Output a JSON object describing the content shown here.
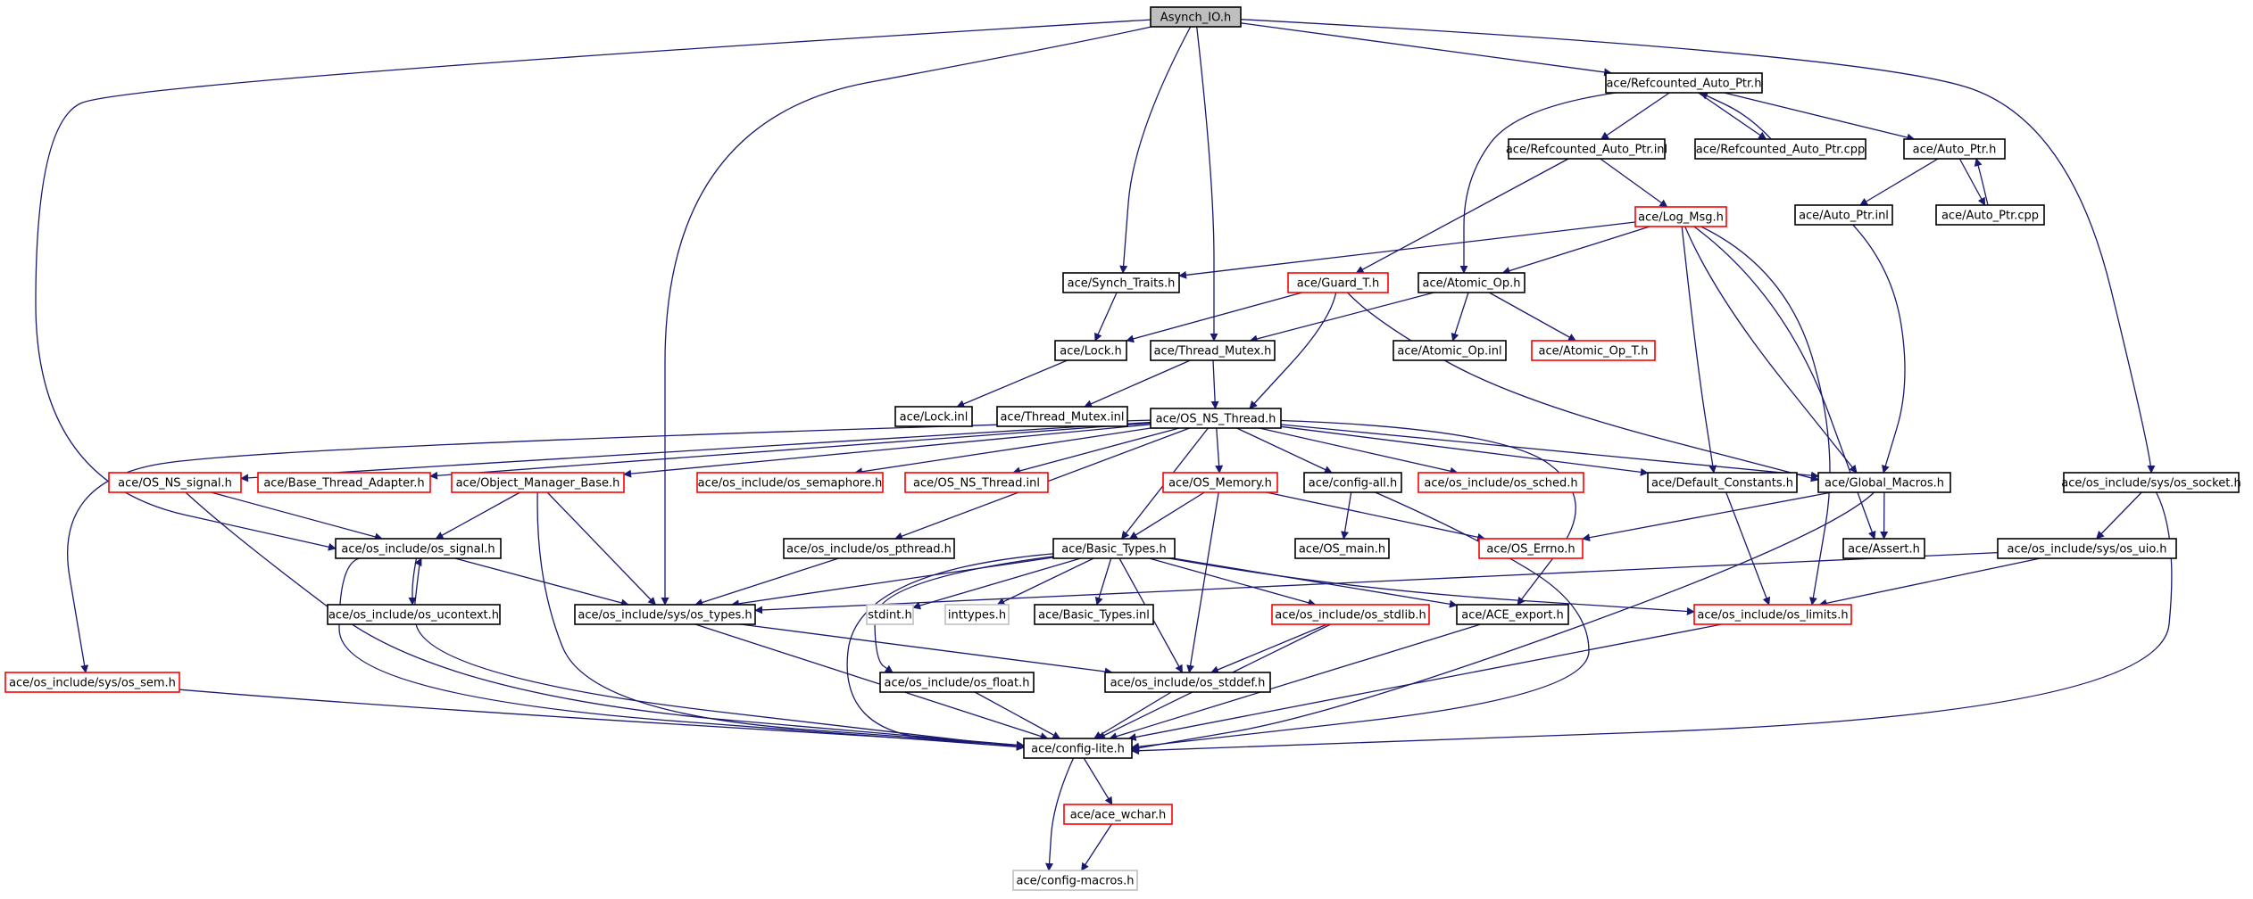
{
  "colors": {
    "edge": "#191970",
    "border_normal": "#000000",
    "border_incomplete": "#ff0000",
    "border_missing": "#bfbfbf",
    "root_fill": "#bfbfbf",
    "text": "#000000"
  },
  "nodes": [
    {
      "id": "asynch_io",
      "label": "Asynch_IO.h",
      "kind": "root"
    },
    {
      "id": "refcounted_auto_ptr_h",
      "label": "ace/Refcounted_Auto_Ptr.h",
      "kind": "normal"
    },
    {
      "id": "refcounted_auto_ptr_inl",
      "label": "ace/Refcounted_Auto_Ptr.inl",
      "kind": "normal"
    },
    {
      "id": "refcounted_auto_ptr_cpp",
      "label": "ace/Refcounted_Auto_Ptr.cpp",
      "kind": "normal"
    },
    {
      "id": "auto_ptr_h",
      "label": "ace/Auto_Ptr.h",
      "kind": "normal"
    },
    {
      "id": "auto_ptr_inl",
      "label": "ace/Auto_Ptr.inl",
      "kind": "normal"
    },
    {
      "id": "auto_ptr_cpp",
      "label": "ace/Auto_Ptr.cpp",
      "kind": "normal"
    },
    {
      "id": "log_msg",
      "label": "ace/Log_Msg.h",
      "kind": "incomplete"
    },
    {
      "id": "synch_traits",
      "label": "ace/Synch_Traits.h",
      "kind": "normal"
    },
    {
      "id": "guard_t",
      "label": "ace/Guard_T.h",
      "kind": "incomplete"
    },
    {
      "id": "atomic_op_h",
      "label": "ace/Atomic_Op.h",
      "kind": "normal"
    },
    {
      "id": "lock_h",
      "label": "ace/Lock.h",
      "kind": "normal"
    },
    {
      "id": "thread_mutex_h",
      "label": "ace/Thread_Mutex.h",
      "kind": "normal"
    },
    {
      "id": "atomic_op_inl",
      "label": "ace/Atomic_Op.inl",
      "kind": "normal"
    },
    {
      "id": "atomic_op_t",
      "label": "ace/Atomic_Op_T.h",
      "kind": "incomplete"
    },
    {
      "id": "lock_inl",
      "label": "ace/Lock.inl",
      "kind": "normal"
    },
    {
      "id": "thread_mutex_inl",
      "label": "ace/Thread_Mutex.inl",
      "kind": "normal"
    },
    {
      "id": "os_ns_thread_h",
      "label": "ace/OS_NS_Thread.h",
      "kind": "normal"
    },
    {
      "id": "os_ns_signal",
      "label": "ace/OS_NS_signal.h",
      "kind": "incomplete"
    },
    {
      "id": "base_thread_adapter",
      "label": "ace/Base_Thread_Adapter.h",
      "kind": "incomplete"
    },
    {
      "id": "object_manager_base",
      "label": "ace/Object_Manager_Base.h",
      "kind": "incomplete"
    },
    {
      "id": "os_semaphore",
      "label": "ace/os_include/os_semaphore.h",
      "kind": "incomplete"
    },
    {
      "id": "os_ns_thread_inl",
      "label": "ace/OS_NS_Thread.inl",
      "kind": "incomplete"
    },
    {
      "id": "os_memory",
      "label": "ace/OS_Memory.h",
      "kind": "incomplete"
    },
    {
      "id": "config_all",
      "label": "ace/config-all.h",
      "kind": "normal"
    },
    {
      "id": "os_sched",
      "label": "ace/os_include/os_sched.h",
      "kind": "incomplete"
    },
    {
      "id": "default_constants",
      "label": "ace/Default_Constants.h",
      "kind": "normal"
    },
    {
      "id": "global_macros",
      "label": "ace/Global_Macros.h",
      "kind": "normal"
    },
    {
      "id": "sys_os_socket",
      "label": "ace/os_include/sys/os_socket.h",
      "kind": "normal"
    },
    {
      "id": "os_signal",
      "label": "ace/os_include/os_signal.h",
      "kind": "normal"
    },
    {
      "id": "os_pthread",
      "label": "ace/os_include/os_pthread.h",
      "kind": "normal"
    },
    {
      "id": "basic_types_h",
      "label": "ace/Basic_Types.h",
      "kind": "normal"
    },
    {
      "id": "os_main",
      "label": "ace/OS_main.h",
      "kind": "normal"
    },
    {
      "id": "os_errno",
      "label": "ace/OS_Errno.h",
      "kind": "incomplete"
    },
    {
      "id": "assert_h",
      "label": "ace/Assert.h",
      "kind": "normal"
    },
    {
      "id": "sys_os_uio",
      "label": "ace/os_include/sys/os_uio.h",
      "kind": "normal"
    },
    {
      "id": "os_ucontext",
      "label": "ace/os_include/os_ucontext.h",
      "kind": "normal"
    },
    {
      "id": "sys_os_types",
      "label": "ace/os_include/sys/os_types.h",
      "kind": "normal"
    },
    {
      "id": "stdint",
      "label": "stdint.h",
      "kind": "missing"
    },
    {
      "id": "inttypes",
      "label": "inttypes.h",
      "kind": "missing"
    },
    {
      "id": "basic_types_inl",
      "label": "ace/Basic_Types.inl",
      "kind": "normal"
    },
    {
      "id": "os_stdlib",
      "label": "ace/os_include/os_stdlib.h",
      "kind": "incomplete"
    },
    {
      "id": "ace_export",
      "label": "ace/ACE_export.h",
      "kind": "normal"
    },
    {
      "id": "os_limits",
      "label": "ace/os_include/os_limits.h",
      "kind": "incomplete"
    },
    {
      "id": "sys_os_sem",
      "label": "ace/os_include/sys/os_sem.h",
      "kind": "incomplete"
    },
    {
      "id": "os_float",
      "label": "ace/os_include/os_float.h",
      "kind": "normal"
    },
    {
      "id": "os_stddef",
      "label": "ace/os_include/os_stddef.h",
      "kind": "normal"
    },
    {
      "id": "config_lite",
      "label": "ace/config-lite.h",
      "kind": "normal"
    },
    {
      "id": "ace_wchar",
      "label": "ace/ace_wchar.h",
      "kind": "incomplete"
    },
    {
      "id": "config_macros",
      "label": "ace/config-macros.h",
      "kind": "missing"
    }
  ],
  "edges": [
    [
      "asynch_io",
      "refcounted_auto_ptr_h"
    ],
    [
      "asynch_io",
      "synch_traits"
    ],
    [
      "asynch_io",
      "thread_mutex_h"
    ],
    [
      "asynch_io",
      "os_signal"
    ],
    [
      "asynch_io",
      "sys_os_types"
    ],
    [
      "asynch_io",
      "sys_os_socket"
    ],
    [
      "refcounted_auto_ptr_h",
      "refcounted_auto_ptr_inl"
    ],
    [
      "refcounted_auto_ptr_h",
      "refcounted_auto_ptr_cpp"
    ],
    [
      "refcounted_auto_ptr_h",
      "auto_ptr_h"
    ],
    [
      "refcounted_auto_ptr_h",
      "atomic_op_h"
    ],
    [
      "refcounted_auto_ptr_cpp",
      "refcounted_auto_ptr_h"
    ],
    [
      "refcounted_auto_ptr_inl",
      "log_msg"
    ],
    [
      "refcounted_auto_ptr_inl",
      "guard_t"
    ],
    [
      "auto_ptr_h",
      "auto_ptr_inl"
    ],
    [
      "auto_ptr_h",
      "auto_ptr_cpp"
    ],
    [
      "auto_ptr_cpp",
      "auto_ptr_h"
    ],
    [
      "auto_ptr_inl",
      "global_macros"
    ],
    [
      "log_msg",
      "synch_traits"
    ],
    [
      "log_msg",
      "atomic_op_h"
    ],
    [
      "log_msg",
      "default_constants"
    ],
    [
      "log_msg",
      "global_macros"
    ],
    [
      "log_msg",
      "assert_h"
    ],
    [
      "log_msg",
      "os_limits"
    ],
    [
      "synch_traits",
      "lock_h"
    ],
    [
      "guard_t",
      "lock_h"
    ],
    [
      "guard_t",
      "os_ns_thread_h"
    ],
    [
      "guard_t",
      "global_macros"
    ],
    [
      "atomic_op_h",
      "thread_mutex_h"
    ],
    [
      "atomic_op_h",
      "atomic_op_inl"
    ],
    [
      "atomic_op_h",
      "atomic_op_t"
    ],
    [
      "lock_h",
      "lock_inl"
    ],
    [
      "thread_mutex_h",
      "thread_mutex_inl"
    ],
    [
      "thread_mutex_h",
      "os_ns_thread_h"
    ],
    [
      "os_ns_thread_h",
      "os_ns_signal"
    ],
    [
      "os_ns_thread_h",
      "base_thread_adapter"
    ],
    [
      "os_ns_thread_h",
      "object_manager_base"
    ],
    [
      "os_ns_thread_h",
      "os_semaphore"
    ],
    [
      "os_ns_thread_h",
      "os_ns_thread_inl"
    ],
    [
      "os_ns_thread_h",
      "os_memory"
    ],
    [
      "os_ns_thread_h",
      "config_all"
    ],
    [
      "os_ns_thread_h",
      "os_sched"
    ],
    [
      "os_ns_thread_h",
      "default_constants"
    ],
    [
      "os_ns_thread_h",
      "global_macros"
    ],
    [
      "os_ns_thread_h",
      "os_pthread"
    ],
    [
      "os_ns_thread_h",
      "basic_types_h"
    ],
    [
      "os_ns_thread_h",
      "ace_export"
    ],
    [
      "os_ns_thread_h",
      "sys_os_sem"
    ],
    [
      "os_ns_signal",
      "os_signal"
    ],
    [
      "os_ns_signal",
      "config_lite"
    ],
    [
      "object_manager_base",
      "os_signal"
    ],
    [
      "object_manager_base",
      "sys_os_types"
    ],
    [
      "object_manager_base",
      "config_lite"
    ],
    [
      "os_memory",
      "basic_types_h"
    ],
    [
      "os_memory",
      "os_errno"
    ],
    [
      "os_memory",
      "os_stddef"
    ],
    [
      "config_all",
      "os_main"
    ],
    [
      "config_all",
      "config_lite"
    ],
    [
      "global_macros",
      "os_errno"
    ],
    [
      "global_macros",
      "assert_h"
    ],
    [
      "global_macros",
      "config_lite"
    ],
    [
      "default_constants",
      "os_limits"
    ],
    [
      "sys_os_socket",
      "sys_os_uio"
    ],
    [
      "sys_os_socket",
      "config_lite"
    ],
    [
      "os_signal",
      "os_ucontext"
    ],
    [
      "os_signal",
      "sys_os_types"
    ],
    [
      "os_signal",
      "config_lite"
    ],
    [
      "os_ucontext",
      "os_signal"
    ],
    [
      "os_ucontext",
      "config_lite"
    ],
    [
      "os_pthread",
      "sys_os_types"
    ],
    [
      "basic_types_h",
      "sys_os_types"
    ],
    [
      "basic_types_h",
      "stdint"
    ],
    [
      "basic_types_h",
      "inttypes"
    ],
    [
      "basic_types_h",
      "basic_types_inl"
    ],
    [
      "basic_types_h",
      "os_stdlib"
    ],
    [
      "basic_types_h",
      "ace_export"
    ],
    [
      "basic_types_h",
      "os_limits"
    ],
    [
      "basic_types_h",
      "os_float"
    ],
    [
      "basic_types_h",
      "os_stddef"
    ],
    [
      "basic_types_h",
      "config_lite"
    ],
    [
      "sys_os_uio",
      "sys_os_types"
    ],
    [
      "sys_os_uio",
      "os_limits"
    ],
    [
      "sys_os_types",
      "os_stddef"
    ],
    [
      "sys_os_types",
      "config_lite"
    ],
    [
      "os_stdlib",
      "os_stddef"
    ],
    [
      "os_stdlib",
      "config_lite"
    ],
    [
      "ace_export",
      "config_lite"
    ],
    [
      "os_limits",
      "config_lite"
    ],
    [
      "sys_os_sem",
      "config_lite"
    ],
    [
      "os_float",
      "config_lite"
    ],
    [
      "os_stddef",
      "config_lite"
    ],
    [
      "config_lite",
      "ace_wchar"
    ],
    [
      "config_lite",
      "config_macros"
    ],
    [
      "ace_wchar",
      "config_macros"
    ]
  ]
}
